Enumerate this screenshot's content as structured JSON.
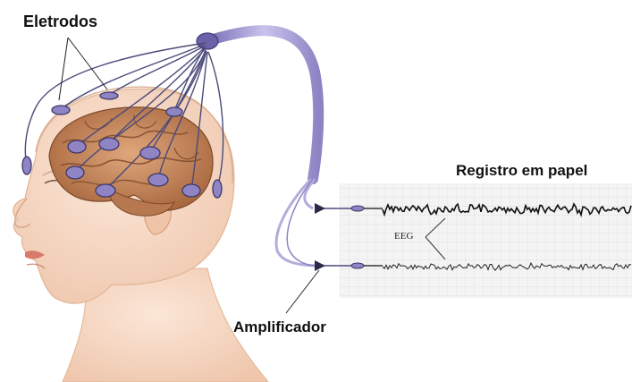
{
  "labels": {
    "electrodes": "Eletrodos",
    "paper_record": "Registro em papel",
    "eeg": "EEG",
    "amplifier": "Amplificador"
  },
  "colors": {
    "skin": "#f6dccb",
    "skin_shadow": "#e8b99c",
    "brain": "#c98a5e",
    "electrode": "#8f84c4",
    "wire": "#4a4a7a",
    "cable": "#b3acdc",
    "paper_grid": "#d9d9d9",
    "trace": "#111111"
  },
  "icons": [
    "electrode-disc-icon",
    "amplifier-arrow-icon"
  ]
}
